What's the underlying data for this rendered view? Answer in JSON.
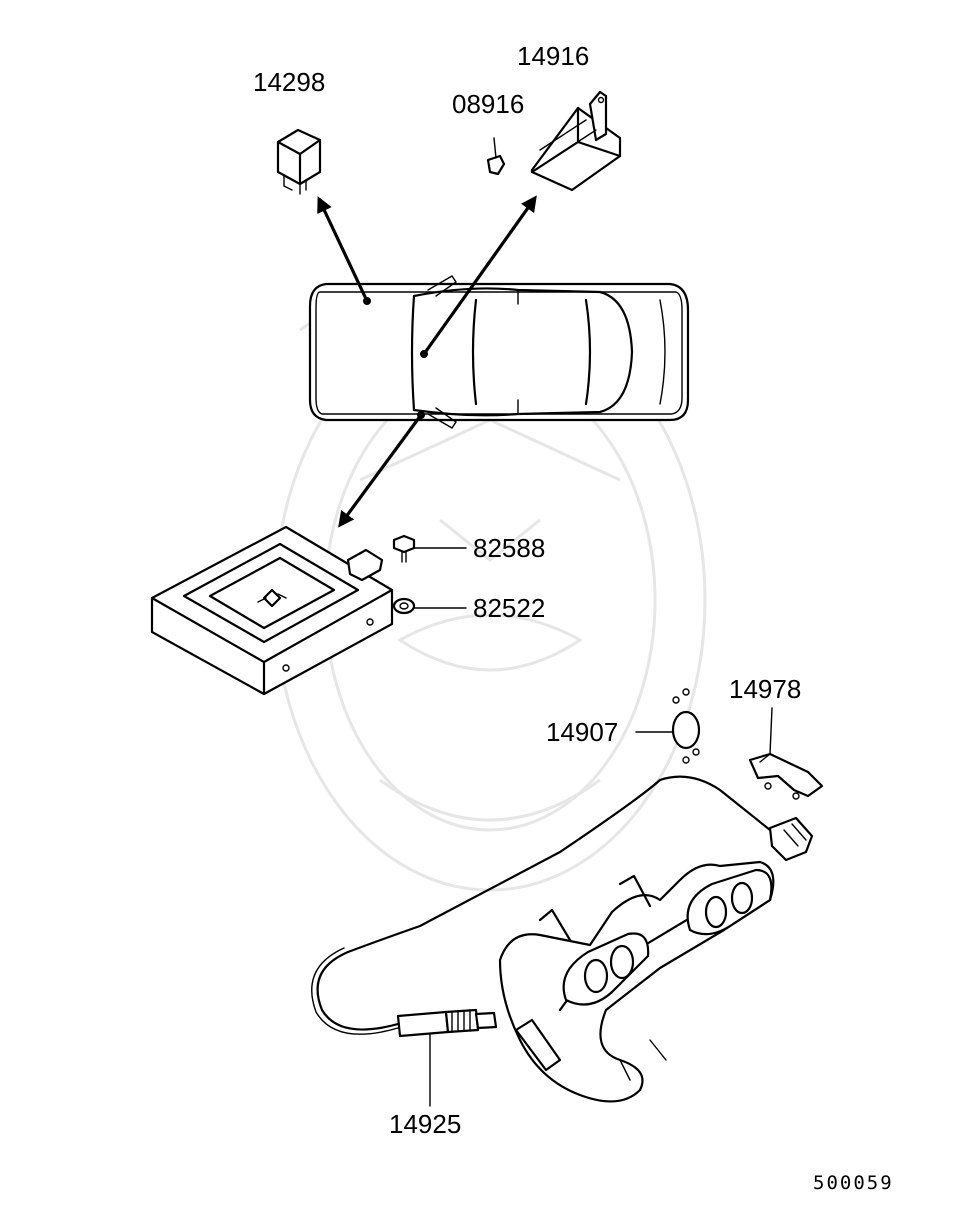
{
  "parts": [
    {
      "id": "relay",
      "number": "14298"
    },
    {
      "id": "screw",
      "number": "08916"
    },
    {
      "id": "control-unit-box",
      "number": "14916"
    },
    {
      "id": "bolt",
      "number": "82588"
    },
    {
      "id": "washer",
      "number": "82522"
    },
    {
      "id": "sensor-bracket",
      "number": "14907"
    },
    {
      "id": "gasket",
      "number": "14978"
    },
    {
      "id": "oxygen-sensor",
      "number": "14925"
    }
  ],
  "diagram_ref": "500059",
  "colors": {
    "line": "#000000",
    "background": "#ffffff",
    "watermark": "#e6e6e6"
  }
}
